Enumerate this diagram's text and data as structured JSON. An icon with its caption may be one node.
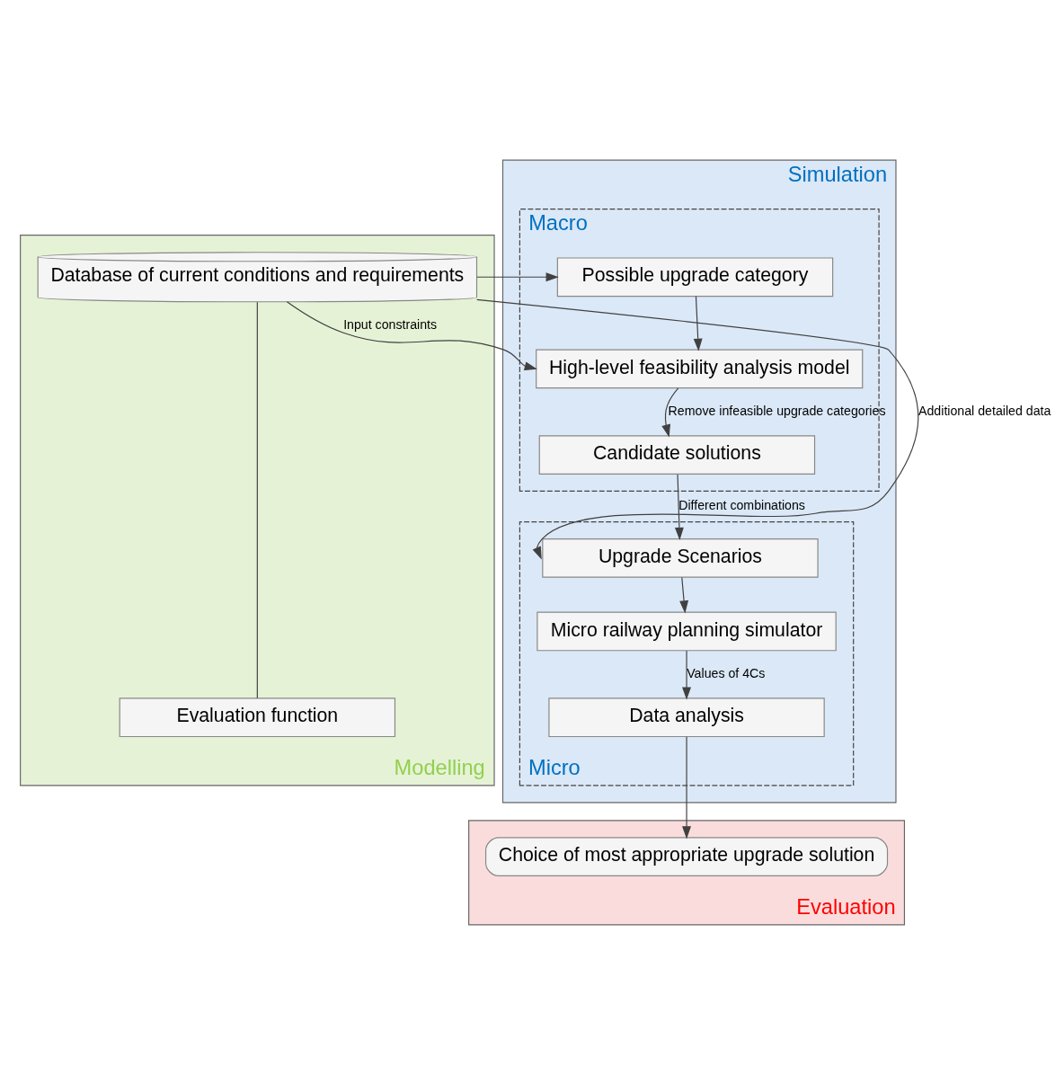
{
  "diagram": {
    "nodes": [
      {
        "text": [
          "Modelling"
        ]
      },
      {
        "text": [
          "Database of current conditions and requirements"
        ],
        "in": 0
      },
      {
        "text": [
          "Evaluation function"
        ],
        "in": 0
      },
      {
        "text": [
          "Simulation"
        ]
      },
      {
        "text": [
          "Macro"
        ],
        "in": 3
      },
      {
        "text": [
          "Possible upgrade category"
        ],
        "in": 4
      },
      {
        "text": [
          "High-level feasibility analysis model"
        ],
        "in": 4
      },
      {
        "text": [
          "Candidate solutions"
        ],
        "in": 4
      },
      {
        "text": [
          "Micro"
        ],
        "in": 3
      },
      {
        "text": [
          "Upgrade Scenarios"
        ],
        "in": 8
      },
      {
        "text": [
          "Micro railway planning simulator"
        ],
        "in": 8
      },
      {
        "text": [
          "Data analysis"
        ],
        "in": 8
      },
      {
        "text": [
          "Evaluation"
        ]
      },
      {
        "text": [
          "Choice of most appropriate upgrade solution"
        ],
        "in": 12
      }
    ],
    "edges": [
      {
        "from": 1,
        "to": 5,
        "arrow": "to"
      },
      {
        "from": 1,
        "to": 6,
        "arrow": "to",
        "label": "Input constraints"
      },
      {
        "from": 1,
        "to": 9,
        "arrow": "to",
        "label": "Additional detailed data"
      },
      {
        "from": 1,
        "to": 2,
        "arrow": "none"
      },
      {
        "from": 5,
        "to": 6,
        "arrow": "to"
      },
      {
        "from": 6,
        "to": 7,
        "arrow": "to",
        "label": "Remove infeasible upgrade categories"
      },
      {
        "from": 7,
        "to": 9,
        "arrow": "to",
        "label": "Different combinations"
      },
      {
        "from": 9,
        "to": 10,
        "arrow": "to"
      },
      {
        "from": 10,
        "to": 11,
        "arrow": "to",
        "label": "Values of 4Cs"
      },
      {
        "from": 11,
        "to": 13,
        "arrow": "to"
      }
    ]
  }
}
